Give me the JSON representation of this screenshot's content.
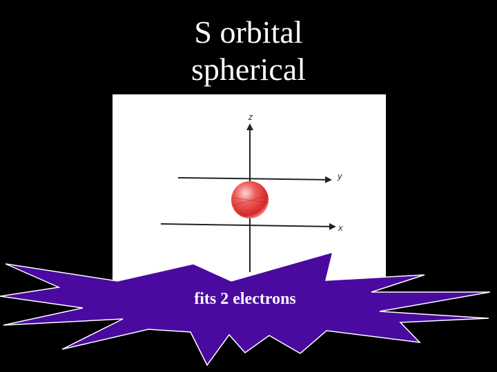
{
  "slide": {
    "title_line1": "S orbital",
    "title_line2": "spherical",
    "callout_text": "fits 2 electrons"
  },
  "diagram": {
    "axis_z_label": "z",
    "axis_y_label": "y",
    "axis_x_label": "x"
  },
  "colors": {
    "background": "#000000",
    "title_text": "#ffffff",
    "panel": "#ffffff",
    "axis": "#222222",
    "orbital": "#e83a3a",
    "burst_fill": "#4a0aa0",
    "burst_stroke": "#ffffff"
  }
}
